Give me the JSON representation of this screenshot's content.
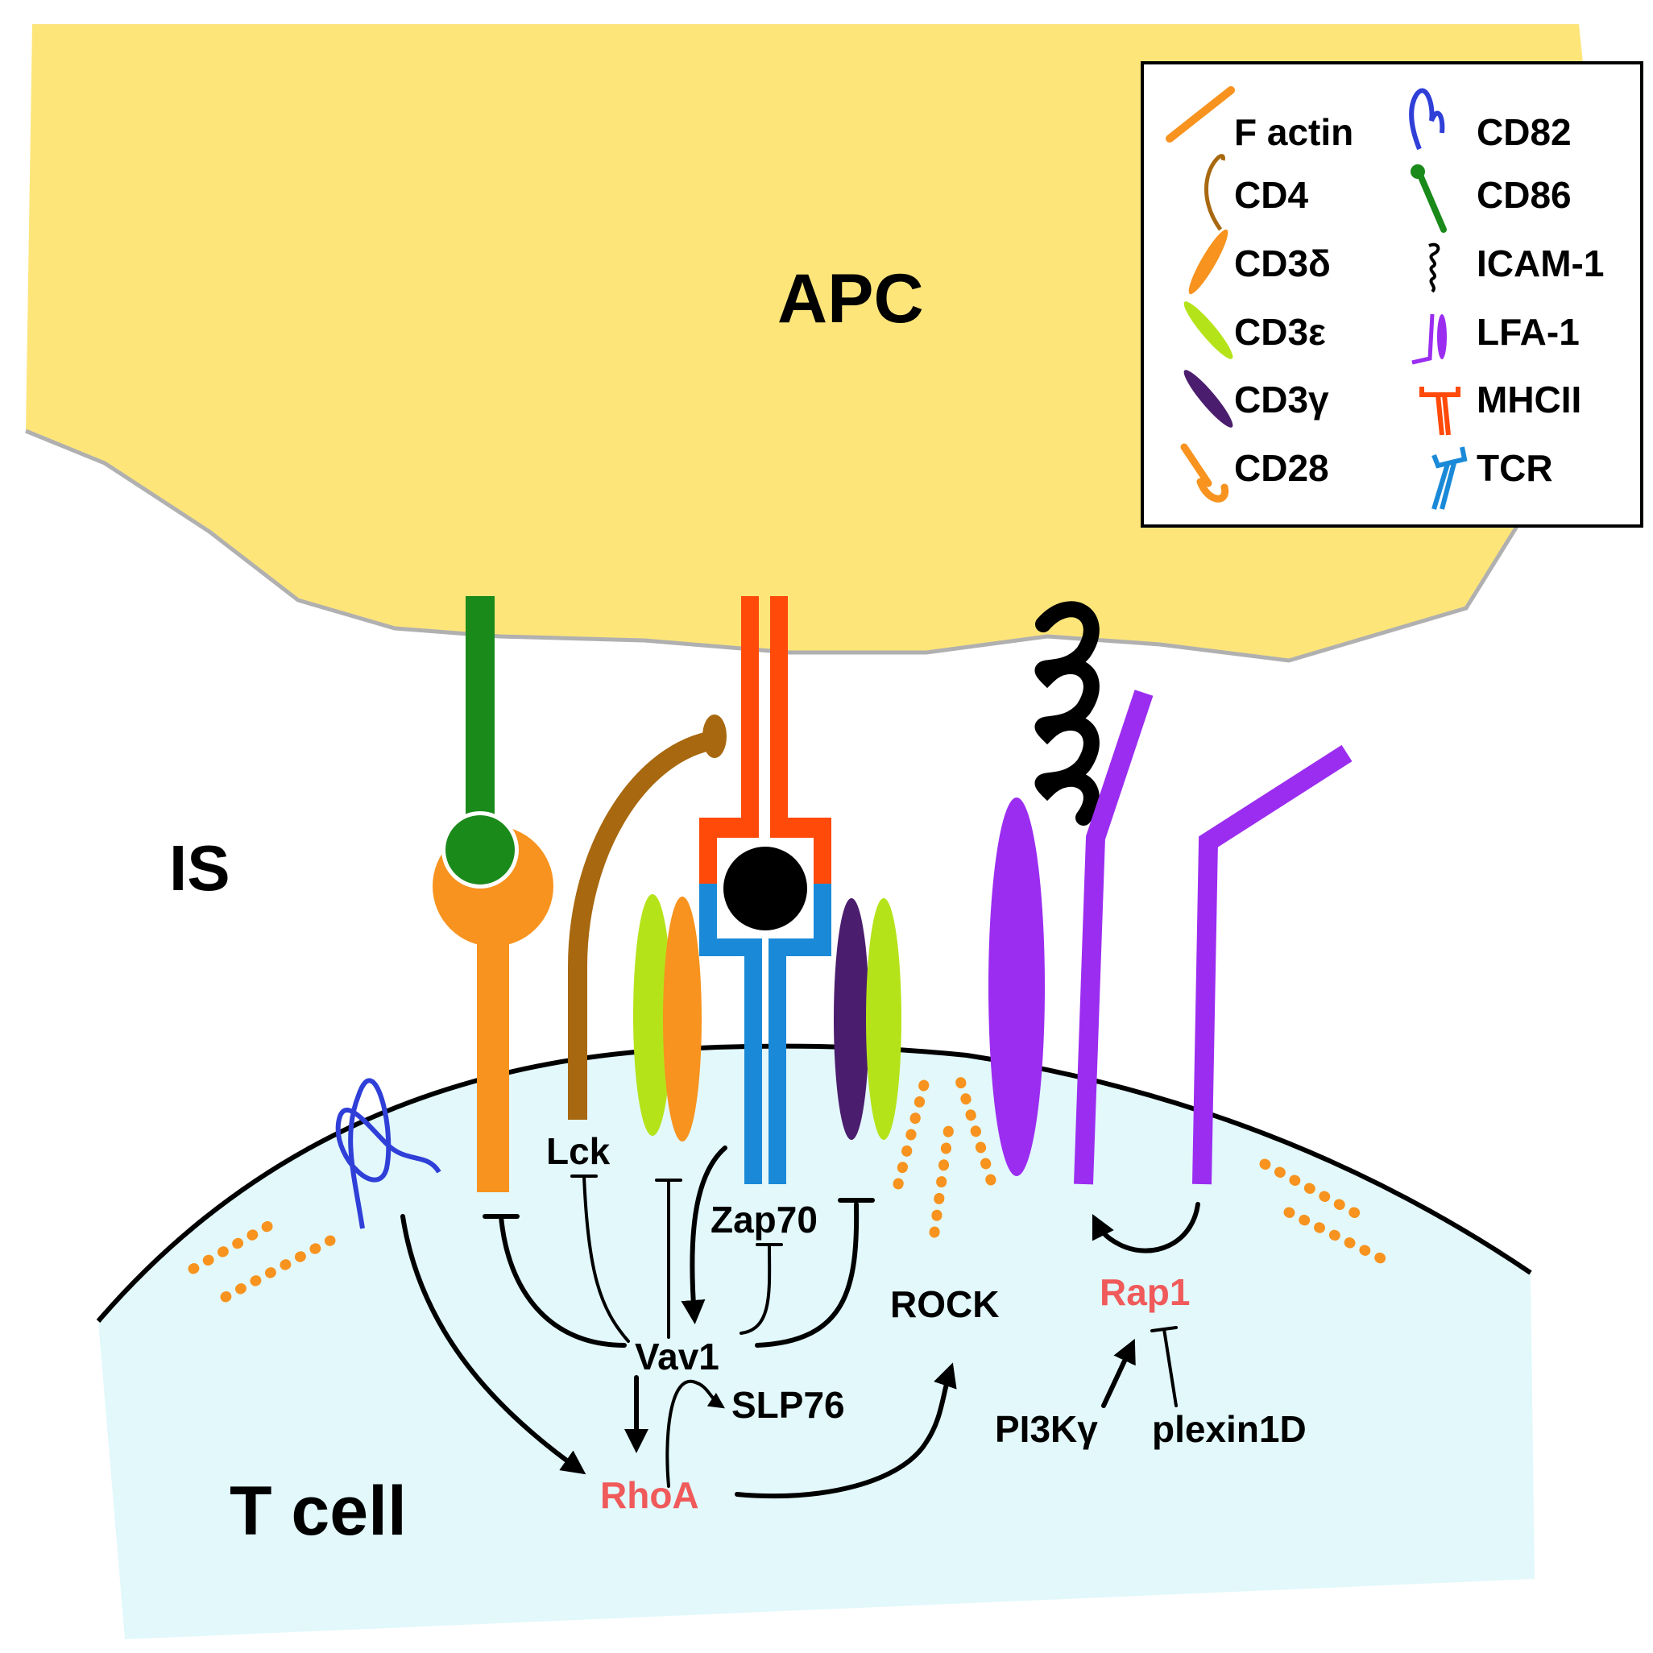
{
  "labels": {
    "apc": "APC",
    "is": "IS",
    "tcell": "T cell",
    "lck": "Lck",
    "zap70": "Zap70",
    "vav1": "Vav1",
    "slp76": "SLP76",
    "rhoa": "RhoA",
    "rock": "ROCK",
    "rap1": "Rap1",
    "pi3k": "PI3Kγ",
    "plexin": "plexin1D"
  },
  "legend": {
    "items": [
      {
        "label": "F actin",
        "icon": "f-actin-icon"
      },
      {
        "label": "CD4",
        "icon": "cd4-icon"
      },
      {
        "label": "CD3δ",
        "icon": "cd3-delta-icon"
      },
      {
        "label": "CD3ε",
        "icon": "cd3-epsilon-icon"
      },
      {
        "label": "CD3γ",
        "icon": "cd3-gamma-icon"
      },
      {
        "label": "CD28",
        "icon": "cd28-icon"
      },
      {
        "label": "CD82",
        "icon": "cd82-icon"
      },
      {
        "label": "CD86",
        "icon": "cd86-icon"
      },
      {
        "label": "ICAM-1",
        "icon": "icam1-icon"
      },
      {
        "label": "LFA-1",
        "icon": "lfa1-icon"
      },
      {
        "label": "MHCII",
        "icon": "mhcii-icon"
      },
      {
        "label": "TCR",
        "icon": "tcr-icon"
      }
    ]
  },
  "colors": {
    "apc": "#fde57a",
    "tcell": "#e2f8fb",
    "f_actin": "#f7931e",
    "cd4": "#a8680f",
    "cd3_delta": "#f7931e",
    "cd3_epsilon": "#b5e31a",
    "cd3_gamma": "#4b1d6e",
    "cd28": "#f7931e",
    "cd82": "#2f3fd8",
    "cd86": "#1a8a1a",
    "lfa1": "#9b2df0",
    "mhcii": "#ff4a0a",
    "tcr": "#1a8ad8",
    "red_text": "#f05a5a"
  }
}
